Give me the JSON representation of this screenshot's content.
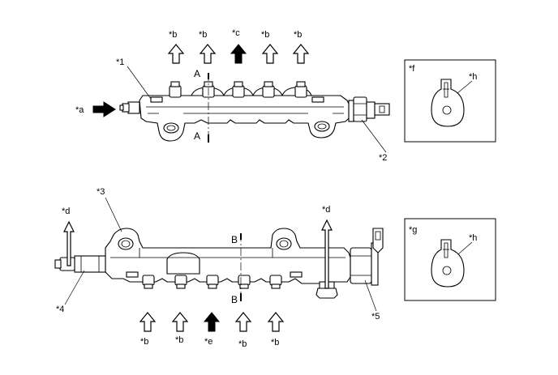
{
  "callouts": {
    "c1": "*1",
    "c2": "*2",
    "c3": "*3",
    "c4": "*4",
    "c5": "*5",
    "a": "*a",
    "b": "*b",
    "c": "*c",
    "d": "*d",
    "e": "*e",
    "f": "*f",
    "g": "*g",
    "h": "*h"
  },
  "sections": {
    "a": "A",
    "b": "B"
  }
}
